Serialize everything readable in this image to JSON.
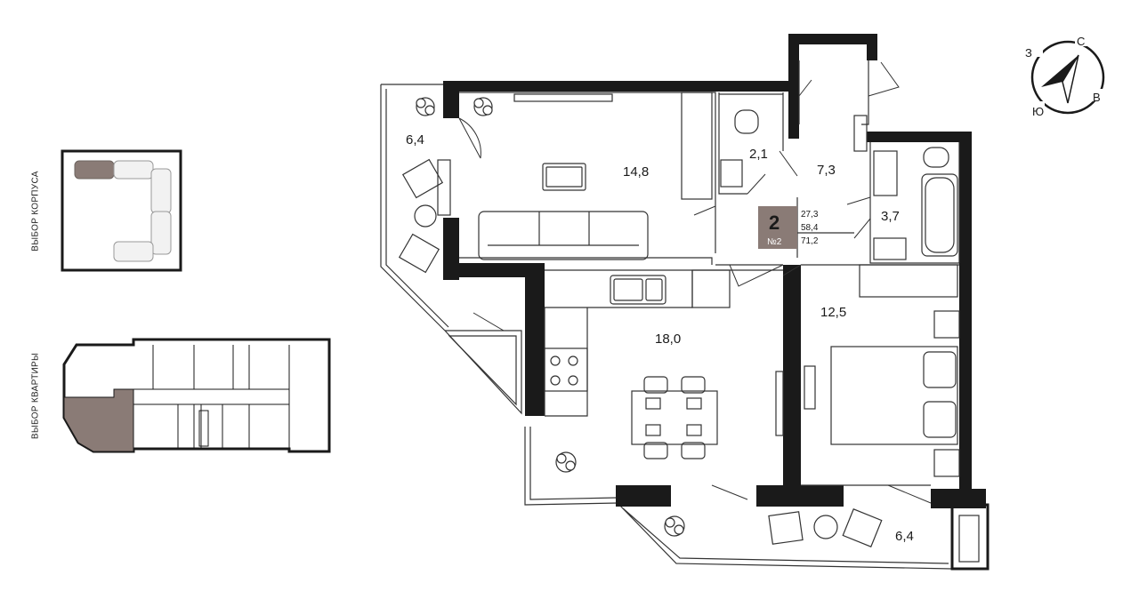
{
  "selectors": {
    "building_label": "ВЫБОР КОРПУСА",
    "apartment_label": "ВЫБОР КВАРТИРЫ"
  },
  "apartment": {
    "rooms": "2",
    "number": "№2",
    "living_area": "27,3",
    "total_area_without_balcony": "58,4",
    "total_area": "71,2"
  },
  "room_areas": {
    "balcony_left": "6,4",
    "living_room": "14,8",
    "wc": "2,1",
    "hall": "7,3",
    "bathroom": "3,7",
    "bedroom": "12,5",
    "kitchen": "18,0",
    "balcony_bottom": "6,4"
  },
  "compass": {
    "north": "С",
    "west": "З",
    "east": "В",
    "south": "Ю"
  },
  "colors": {
    "wall": "#1a1a1a",
    "highlight": "#8a7b76",
    "badge": "#8a7b76",
    "line": "#333333"
  }
}
